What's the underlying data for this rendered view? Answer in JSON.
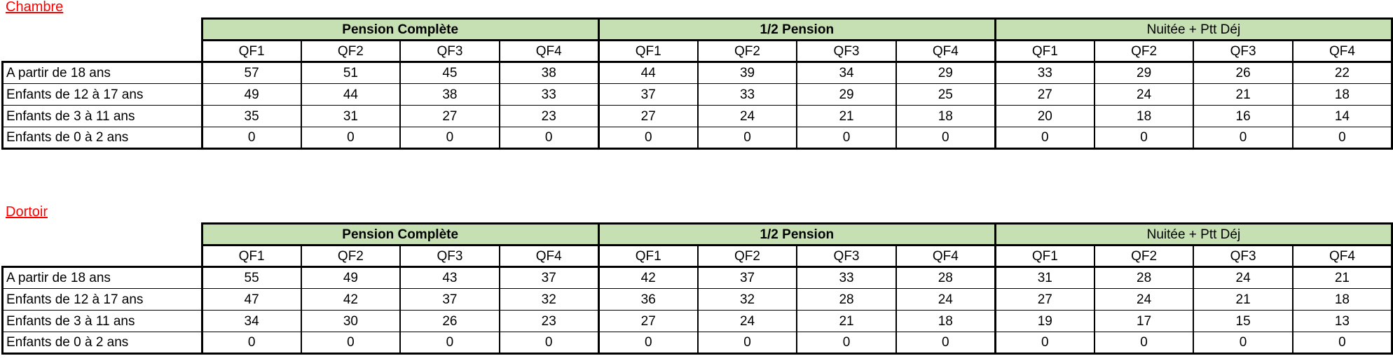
{
  "sections": [
    {
      "title": "Chambre",
      "groups": [
        "Pension Complète",
        "1/2 Pension",
        "Nuitée + Ptt Déj"
      ],
      "subheaders": [
        "QF1",
        "QF2",
        "QF3",
        "QF4"
      ],
      "rows": [
        {
          "label": "A partir de 18 ans",
          "values": [
            "57",
            "51",
            "45",
            "38",
            "44",
            "39",
            "34",
            "29",
            "33",
            "29",
            "26",
            "22"
          ]
        },
        {
          "label": "Enfants de 12 à 17 ans",
          "values": [
            "49",
            "44",
            "38",
            "33",
            "37",
            "33",
            "29",
            "25",
            "27",
            "24",
            "21",
            "18"
          ]
        },
        {
          "label": "Enfants de 3 à 11 ans",
          "values": [
            "35",
            "31",
            "27",
            "23",
            "27",
            "24",
            "21",
            "18",
            "20",
            "18",
            "16",
            "14"
          ]
        },
        {
          "label": "Enfants de 0 à 2 ans",
          "values": [
            "0",
            "0",
            "0",
            "0",
            "0",
            "0",
            "0",
            "0",
            "0",
            "0",
            "0",
            "0"
          ]
        }
      ]
    },
    {
      "title": "Dortoir",
      "groups": [
        "Pension Complète",
        "1/2 Pension",
        "Nuitée + Ptt Déj"
      ],
      "subheaders": [
        "QF1",
        "QF2",
        "QF3",
        "QF4"
      ],
      "rows": [
        {
          "label": "A partir de 18 ans",
          "values": [
            "55",
            "49",
            "43",
            "37",
            "42",
            "37",
            "33",
            "28",
            "31",
            "28",
            "24",
            "21"
          ]
        },
        {
          "label": "Enfants de 12 à 17 ans",
          "values": [
            "47",
            "42",
            "37",
            "32",
            "36",
            "32",
            "28",
            "24",
            "27",
            "24",
            "21",
            "18"
          ]
        },
        {
          "label": "Enfants de 3 à 11 ans",
          "values": [
            "34",
            "30",
            "26",
            "23",
            "27",
            "24",
            "21",
            "18",
            "19",
            "17",
            "15",
            "13"
          ]
        },
        {
          "label": "Enfants de 0 à 2 ans",
          "values": [
            "0",
            "0",
            "0",
            "0",
            "0",
            "0",
            "0",
            "0",
            "0",
            "0",
            "0",
            "0"
          ]
        }
      ]
    }
  ]
}
